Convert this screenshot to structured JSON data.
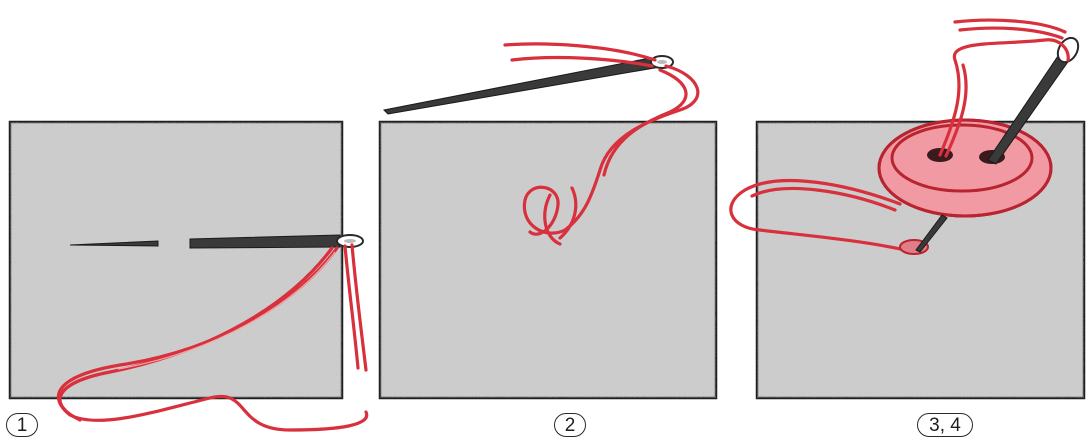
{
  "steps": [
    {
      "label": "1"
    },
    {
      "label": "2"
    },
    {
      "label": "3, 4"
    }
  ],
  "colors": {
    "fabric": "#cfcfcf",
    "fabric_border": "#1f1f1f",
    "thread": "#d8303c",
    "thread_highlight": "#f4a6a6",
    "needle": "#3a3a3a",
    "button_fill": "#f29aa4",
    "button_rim": "#b8242f"
  },
  "icons": [
    "fabric-swatch-icon",
    "needle-icon",
    "thread-icon",
    "button-icon"
  ]
}
